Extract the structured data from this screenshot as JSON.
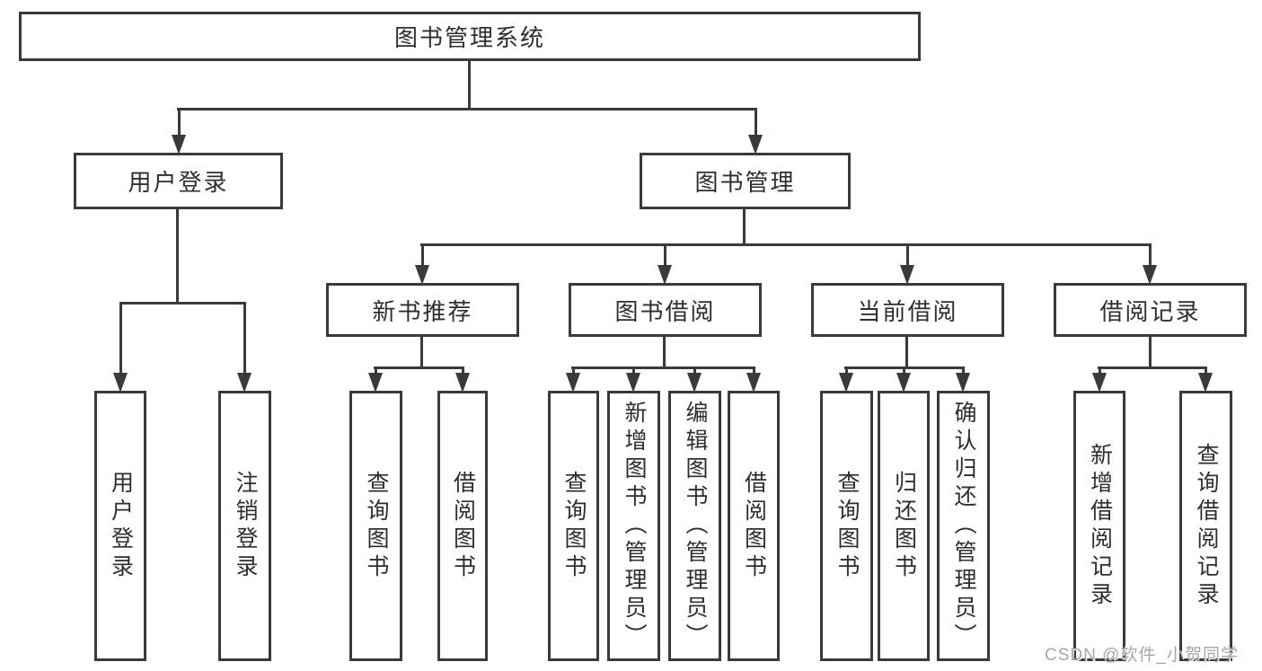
{
  "tree": {
    "root": {
      "label": "图书管理系统"
    },
    "user_login": {
      "label": "用户登录",
      "children": [
        {
          "label": "用户登录"
        },
        {
          "label": "注销登录"
        }
      ]
    },
    "book_management": {
      "label": "图书管理",
      "sections": [
        {
          "label": "新书推荐",
          "children": [
            {
              "label": "查询图书"
            },
            {
              "label": "借阅图书"
            }
          ]
        },
        {
          "label": "图书借阅",
          "children": [
            {
              "label": "查询图书"
            },
            {
              "label": "新增图书（管理员）"
            },
            {
              "label": "编辑图书（管理员）"
            },
            {
              "label": "借阅图书"
            }
          ]
        },
        {
          "label": "当前借阅",
          "children": [
            {
              "label": "查询图书"
            },
            {
              "label": "归还图书"
            },
            {
              "label": "确认归还（管理员）"
            }
          ]
        },
        {
          "label": "借阅记录",
          "children": [
            {
              "label": "新增借阅记录"
            },
            {
              "label": "查询借阅记录"
            }
          ]
        }
      ]
    }
  },
  "watermark": {
    "text": "CSDN @软件_小贺同学"
  },
  "colors": {
    "line": "#3a3a3a",
    "text": "#2e2e2e",
    "watermark": "#a6a6a6"
  }
}
